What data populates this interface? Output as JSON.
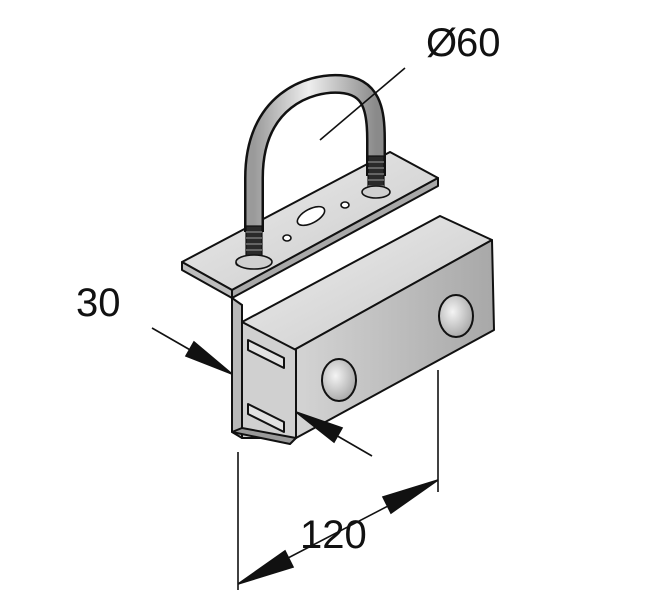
{
  "dimensions": {
    "diameter_symbol": "Ø",
    "diameter_value": "60",
    "height_value": "30",
    "length_value": "120"
  },
  "colors": {
    "line": "#111111",
    "metal_light": "#d9d9d9",
    "metal_mid": "#bdbdbd",
    "metal_dark": "#9a9a9a",
    "thread": "#2a2a2a"
  }
}
